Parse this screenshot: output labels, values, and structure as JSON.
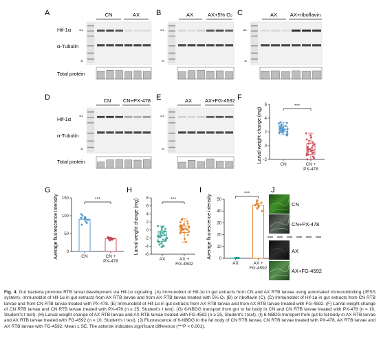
{
  "figure": {
    "panels": {
      "A": {
        "letter": "A",
        "groups": [
          "CN",
          "AX"
        ],
        "rows": [
          "Hif-1α",
          "α-Tubulin",
          "Total protein"
        ],
        "markers": [
          "116",
          "40"
        ],
        "tubulin_bands": [
          1,
          1,
          1,
          1,
          1,
          1
        ],
        "hif_bands": [
          0.8,
          0.85,
          0.75,
          0.1,
          0.08,
          0.1
        ],
        "total_protein": [
          0.78,
          0.85,
          0.83,
          0.74,
          0.8,
          0.76
        ]
      },
      "B": {
        "letter": "B",
        "groups": [
          "AX",
          "AX+5% O₂"
        ],
        "markers": [
          "116",
          "40"
        ],
        "tubulin_bands": [
          1,
          1,
          1,
          1,
          1,
          1
        ],
        "hif_bands": [
          0.12,
          0.1,
          0.15,
          0.75,
          0.8,
          0.7
        ],
        "total_protein": [
          0.72,
          0.82,
          0.84,
          0.78,
          0.8,
          0.74
        ]
      },
      "C": {
        "letter": "C",
        "groups": [
          "AX",
          "AX+riboflavin"
        ],
        "markers": [
          "116",
          "40"
        ],
        "tubulin_bands": [
          1,
          1,
          1,
          1,
          1,
          1
        ],
        "hif_bands": [
          0.1,
          0.12,
          0.08,
          0.95,
          0.95,
          0.92
        ],
        "total_protein": [
          0.78,
          0.8,
          0.74,
          0.8,
          0.78,
          0.8
        ]
      },
      "D": {
        "letter": "D",
        "groups": [
          "CN",
          "CN+PX-478"
        ],
        "rows": [
          "Hif-1α",
          "α-Tubulin",
          "Total protein"
        ],
        "markers": [
          "116",
          "40"
        ],
        "tubulin_bands": [
          1,
          1,
          1,
          1,
          1,
          1
        ],
        "hif_bands": [
          0.85,
          0.9,
          0.8,
          0.35,
          0.3,
          0.4
        ],
        "total_protein": [
          0.62,
          0.82,
          0.84,
          0.82,
          0.8,
          0.84
        ]
      },
      "E": {
        "letter": "E",
        "groups": [
          "AX",
          "AX+FG-4592"
        ],
        "markers": [
          "116",
          "40"
        ],
        "tubulin_bands": [
          1,
          1,
          1,
          1,
          1,
          1
        ],
        "hif_bands": [
          0.15,
          0.12,
          0.15,
          0.7,
          0.75,
          0.72
        ],
        "total_protein": [
          0.6,
          0.78,
          0.66,
          0.92,
          0.7,
          0.68
        ]
      },
      "J": {
        "letter": "J",
        "labels": [
          "CN",
          "CN+PX-478",
          "AX",
          "AX+FG-4592"
        ]
      }
    },
    "charts": {
      "F": {
        "letter": "F",
        "ylabel": "Larval weight change (mg)",
        "yticks": [
          "-2",
          "0",
          "2",
          "4",
          "6"
        ],
        "categories": [
          "CN",
          "CN +\nPX-478"
        ],
        "sig": "***"
      },
      "G": {
        "letter": "G",
        "ylabel": "Average fluorescence intensity",
        "yticks": [
          "0",
          "50",
          "100",
          "150"
        ],
        "categories": [
          "CN",
          "CN +\nPX-478"
        ],
        "sig": "***"
      },
      "H": {
        "letter": "H",
        "ylabel": "Larval weight change (mg)",
        "yticks": [
          "-6",
          "-4",
          "-2",
          "0",
          "2",
          "4",
          "6",
          "8"
        ],
        "categories": [
          "AX",
          "AX +\nFG-4592"
        ],
        "sig": "***"
      },
      "I": {
        "letter": "I",
        "ylabel": "Average fluorescence intensity",
        "yticks": [
          "0",
          "10",
          "20",
          "30",
          "40",
          "50"
        ],
        "categories": [
          "AX",
          "AX +\nFG-4592"
        ],
        "sig": "***"
      }
    }
  },
  "chart_data": [
    {
      "panel": "F",
      "type": "scatter",
      "style": "box",
      "ylabel": "Larval weight change (mg)",
      "ylim": [
        -2,
        6
      ],
      "categories": [
        "CN",
        "CN +\nPX-478"
      ],
      "series": [
        {
          "category": "CN",
          "color": "#4a90c8",
          "box": [
            1.6,
            2.0,
            2.4,
            2.8,
            3.4
          ],
          "values": [
            1.5,
            1.7,
            1.8,
            1.9,
            2.0,
            2.0,
            2.1,
            2.2,
            2.3,
            2.3,
            2.4,
            2.4,
            2.5,
            2.5,
            2.6,
            2.7,
            2.8,
            2.9,
            3.0,
            3.1,
            3.2,
            3.3,
            3.4,
            1.6,
            2.2
          ]
        },
        {
          "category": "CN +\nPX-478",
          "color": "#c4404c",
          "box": [
            -2.0,
            -1.3,
            -0.6,
            0.3,
            1.8
          ],
          "values": [
            -2.0,
            -1.8,
            -1.6,
            -1.4,
            -1.3,
            -1.2,
            -1.0,
            -0.9,
            -0.8,
            -0.7,
            -0.6,
            -0.5,
            -0.4,
            -0.3,
            -0.2,
            0.0,
            0.2,
            0.3,
            0.5,
            0.7,
            0.9,
            1.2,
            1.5,
            1.8,
            -1.1
          ]
        }
      ],
      "significance": "***"
    },
    {
      "panel": "G",
      "type": "scatter",
      "style": "bar-dots",
      "ylabel": "Average fluorescence intensity",
      "ylim": [
        0,
        150
      ],
      "categories": [
        "CN",
        "CN +\nPX-478"
      ],
      "series": [
        {
          "category": "CN",
          "color": "#4a90c8",
          "mean": 90,
          "se": 4,
          "values": [
            75,
            80,
            84,
            88,
            90,
            92,
            94,
            96,
            100,
            104
          ]
        },
        {
          "category": "CN +\nPX-478",
          "color": "#c4404c",
          "mean": 36,
          "se": 2,
          "values": [
            31,
            33,
            34,
            35,
            36,
            37,
            38,
            39,
            40,
            35
          ]
        }
      ],
      "significance": "***"
    },
    {
      "panel": "H",
      "type": "scatter",
      "style": "box",
      "ylabel": "Larval weight change (mg)",
      "ylim": [
        -6,
        8
      ],
      "categories": [
        "AX",
        "AX +\nFG-4592"
      ],
      "series": [
        {
          "category": "AX",
          "color": "#2a9d8f",
          "box": [
            -4.2,
            -2.8,
            -1.4,
            -0.3,
            1.0
          ],
          "values": [
            -4.2,
            -3.9,
            -3.6,
            -3.3,
            -3.0,
            -2.8,
            -2.6,
            -2.4,
            -2.2,
            -2.0,
            -1.8,
            -1.6,
            -1.4,
            -1.2,
            -1.0,
            -0.8,
            -0.6,
            -0.4,
            -0.3,
            0.0,
            0.3,
            0.6,
            0.8,
            1.0,
            -1.5
          ]
        },
        {
          "category": "AX +\nFG-4592",
          "color": "#e07b1f",
          "box": [
            -3.0,
            -0.6,
            0.2,
            1.0,
            2.8
          ],
          "values": [
            -3.0,
            -2.2,
            -1.2,
            -0.8,
            -0.6,
            -0.4,
            -0.2,
            0.0,
            0.1,
            0.2,
            0.3,
            0.4,
            0.5,
            0.6,
            0.7,
            0.8,
            0.9,
            1.0,
            1.2,
            1.4,
            1.6,
            1.9,
            2.2,
            2.5,
            2.8
          ]
        }
      ],
      "significance": "***"
    },
    {
      "panel": "I",
      "type": "scatter",
      "style": "bar-dots",
      "ylabel": "Average fluorescence intensity",
      "ylim": [
        0,
        50
      ],
      "categories": [
        "AX",
        "AX +\nFG-4592"
      ],
      "series": [
        {
          "category": "AX",
          "color": "#2a9d8f",
          "mean": 0.3,
          "se": 0.1,
          "values": [
            0.2,
            0.3,
            0.3,
            0.2,
            0.4,
            0.3,
            0.2,
            0.3,
            0.4,
            0.3
          ]
        },
        {
          "category": "AX +\nFG-4592",
          "color": "#e07b1f",
          "mean": 45,
          "se": 1.5,
          "values": [
            40,
            42,
            43,
            44,
            45,
            46,
            47,
            48,
            49,
            46
          ]
        }
      ],
      "significance": "***"
    }
  ],
  "caption": {
    "lead": "Fig. 4.",
    "text": " Gut bacteria promote RTB larval development via Hif-1α signaling. (A) Immunoblot of Hif-1α in gut extracts from CN and AX RTB larvae using automated immunoblotting (JESS system). Immunoblot of Hif-1α in gut extracts from AX RTB larvae and from AX RTB larvae treated with 5% O₂ (B) or riboflavin (C). (D) Immunoblot of Hif-1α in gut extracts from CN RTB larvae and from CN RTB larvae treated with PX-478. (E) Immunoblot of Hif-1α in gut extracts from AX RTB larvae and from AX RTB larvae treated with FG-4592. (F) Larval weight change of CN RTB larvae and CN RTB larvae treated with PX-478 (n ≥ 25, Student's t test). (G) 6-NBDG transport from gut to fat body in CN and CN RTB larvae treated with PX-478 (n = 10, Student's t test). (H) Larval weight change of AX RTB larvae and AX RTB larvae treated with FG-4592 (n ≥ 25, Student's t test). (I) 6-NBDG transport from gut to fat body in AX RTB larvae and AX RTB larvae treated with FG-4592 (n = 10, Student's t test). (J) Fluorescence of 6-NBDG in the fat body of CN RTB larvae, CN RTB larvae treated with PX-478, AX RTB larvae and AX RTB larvae with FG-4592. Mean ± SE. The asterisk indicates significant difference (***P < 0.001)."
  }
}
